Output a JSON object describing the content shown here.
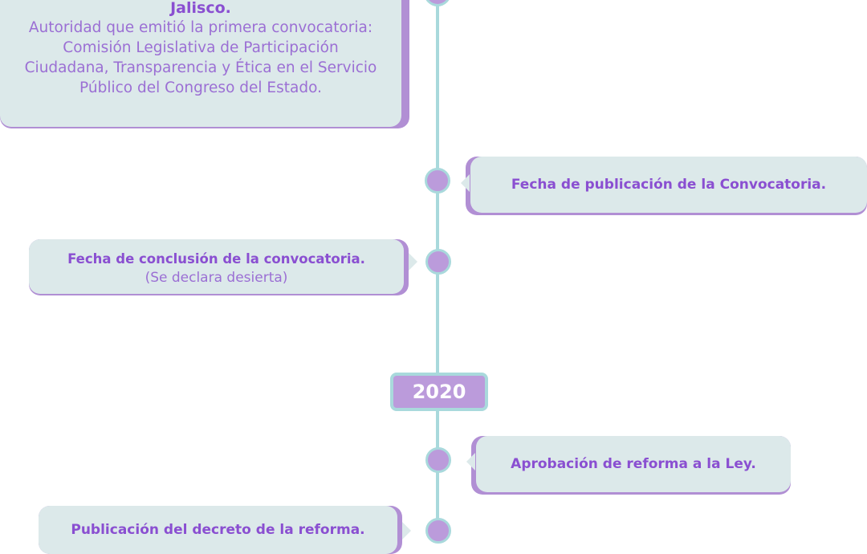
{
  "year": "2020",
  "events": [
    {
      "title": "Jalisco.",
      "body": "Autoridad que emitió la primera convocatoria: Comisión Legislativa de Participación Ciudadana, Transparencia y Ética en el Servicio Público del Congreso del Estado."
    },
    {
      "title": "Fecha de publicación de la Convocatoria.",
      "body": ""
    },
    {
      "title": "Fecha de conclusión de la convocatoria.",
      "body": "(Se declara desierta)"
    },
    {
      "title": "Aprobación de reforma a la Ley.",
      "body": ""
    },
    {
      "title": "Publicación del decreto de la reforma.",
      "body": ""
    }
  ],
  "colors": {
    "line": "#a9d9dc",
    "node": "#bb9bdb",
    "card": "#dce9ea",
    "card_shadow": "#b18fd4",
    "text": "#8a4fd1"
  }
}
